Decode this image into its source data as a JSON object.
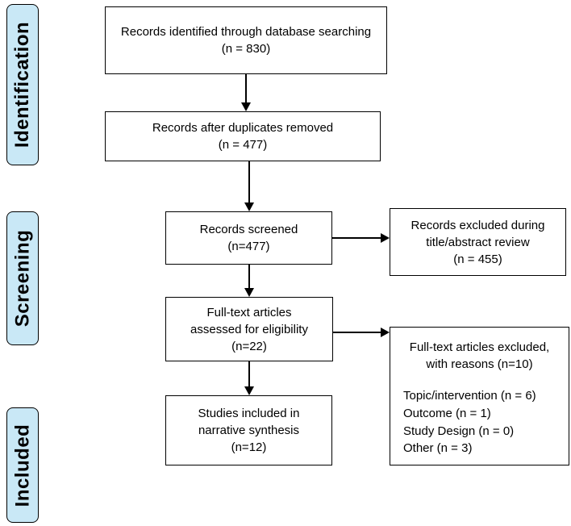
{
  "stages": {
    "identification": "Identification",
    "screening": "Screening",
    "included": "Included"
  },
  "boxes": {
    "records_identified": "Records identified through database searching\n(n = 830)",
    "duplicates_removed": "Records after duplicates removed\n(n = 477)",
    "records_screened": "Records screened\n(n=477)",
    "records_excluded": "Records excluded during\ntitle/abstract review\n(n = 455)",
    "fulltext_assessed": "Full-text articles\nassessed for eligibility\n(n=22)",
    "fulltext_excluded_title": "Full-text articles excluded,\nwith reasons (n=10)",
    "fulltext_excluded_reasons": [
      "Topic/intervention (n = 6)",
      "Outcome (n = 1)",
      "Study Design (n = 0)",
      "Other (n = 3)"
    ],
    "studies_included": "Studies included in\nnarrative synthesis\n(n=12)"
  },
  "colors": {
    "stage_fill": "#c9e8f6",
    "box_fill": "#ffffff",
    "border": "#000000"
  }
}
